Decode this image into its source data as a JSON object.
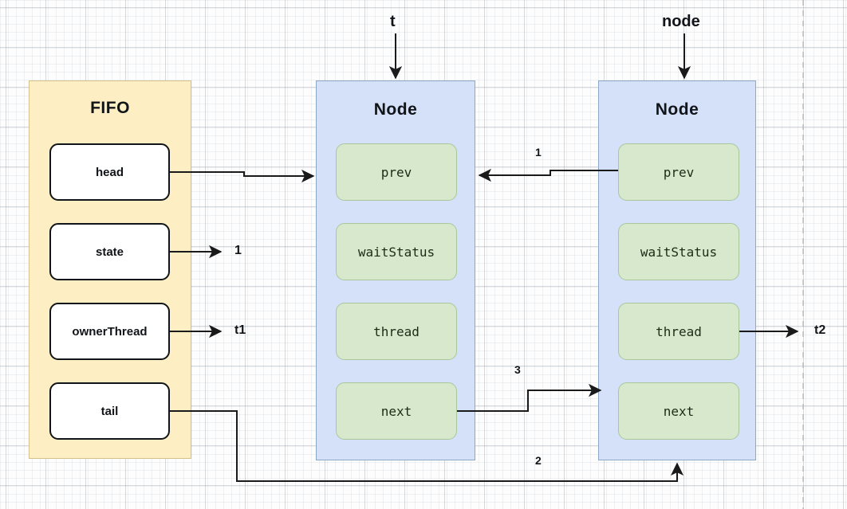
{
  "diagram": {
    "background": "#fdfdfd",
    "grid": true
  },
  "containers": [
    {
      "key": "fifo",
      "title": "FIFO",
      "fill": "#fdeec3",
      "border": "#d6c289",
      "fields": [
        "head",
        "state",
        "ownerThread",
        "tail"
      ]
    },
    {
      "key": "node_mid",
      "title": "Node",
      "fill": "#d4e1f8",
      "border": "#8fa7c7",
      "fields": [
        "prev",
        "waitStatus",
        "thread",
        "next"
      ]
    },
    {
      "key": "node_right",
      "title": "Node",
      "fill": "#d4e1f8",
      "border": "#8fa7c7",
      "fields": [
        "prev",
        "waitStatus",
        "thread",
        "next"
      ]
    }
  ],
  "fifo": {
    "title": "FIFO",
    "field_head": "head",
    "field_state": "state",
    "field_owner_thread": "ownerThread",
    "field_tail": "tail"
  },
  "node_mid": {
    "title": "Node",
    "field_prev": "prev",
    "field_wait_status": "waitStatus",
    "field_thread": "thread",
    "field_next": "next"
  },
  "node_right": {
    "title": "Node",
    "field_prev": "prev",
    "field_wait_status": "waitStatus",
    "field_thread": "thread",
    "field_next": "next"
  },
  "labels": {
    "t": "t",
    "node": "node",
    "state_value": "1",
    "owner_thread_value": "t1",
    "thread_value": "t2",
    "edge_1": "1",
    "edge_2": "2",
    "edge_3": "3"
  },
  "edges": [
    {
      "name": "head-to-mid-prev",
      "from": "fifo.head",
      "to": "node_mid.prev",
      "label": ""
    },
    {
      "name": "state-to-value",
      "from": "fifo.state",
      "to": "value",
      "label": "1"
    },
    {
      "name": "ownerthread-to-value",
      "from": "fifo.ownerThread",
      "to": "value",
      "label": "t1"
    },
    {
      "name": "tail-to-right-node",
      "from": "fifo.tail",
      "to": "node_right",
      "label": "2"
    },
    {
      "name": "right-prev-to-mid-node",
      "from": "node_right.prev",
      "to": "node_mid",
      "label": "1"
    },
    {
      "name": "mid-next-to-right-next",
      "from": "node_mid.next",
      "to": "node_right.next",
      "label": "3"
    },
    {
      "name": "right-thread-to-value",
      "from": "node_right.thread",
      "to": "value",
      "label": "t2"
    },
    {
      "name": "t-into-mid-node",
      "from": "t",
      "to": "node_mid",
      "label": "t"
    },
    {
      "name": "node-into-right-node",
      "from": "node",
      "to": "node_right",
      "label": "node"
    }
  ]
}
